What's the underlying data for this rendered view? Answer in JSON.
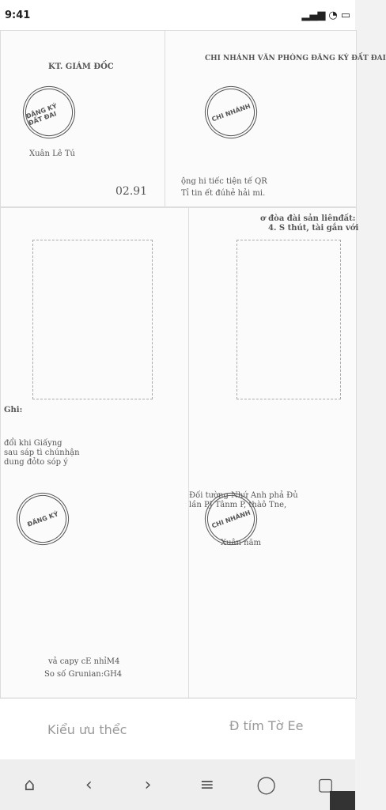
{
  "status": {
    "time": "9:41",
    "icons": [
      "signal-icon",
      "wifi-icon",
      "battery-icon"
    ]
  },
  "panes": {
    "p1": {
      "lines": [
        "KT. GIÁM ĐỐC",
        "Xuân Lê Tú",
        "02.91"
      ],
      "stamp": "ĐĂNG KÝ ĐẤT ĐAI"
    },
    "p2": {
      "lines": [
        "CHI NHÁNH VĂN PHÒNG ĐĂNG KÝ ĐẤT ĐAI",
        "ộng hi tiếc tiện tế QR",
        "Tỉ tin ết đúhẻ hải mi."
      ],
      "stamp": "CHI NHÁNH"
    },
    "p3": {
      "lines": [
        "Ghi:",
        "đổi khi Giấyng",
        "sau sáp tì chúnhận",
        "dung đỏto sóp ý",
        "vả capy cE nhỉM4",
        "So số Grunian:GH4"
      ],
      "stamp": "ĐĂNG KÝ"
    },
    "p4": {
      "lines": [
        "ơ đòa đài sản liênđất:",
        "4. S thút, tài gắn với",
        "Đối tường Nhứ Anh phả Đủ",
        "lần PJ Tânm P, thàô Tne,",
        "Xuân năm"
      ],
      "stamp": "CHI NHÁNH"
    }
  },
  "strip": {
    "left": "Kiểu ưu thểc",
    "right": "Đ tím Tờ Ee"
  }
}
